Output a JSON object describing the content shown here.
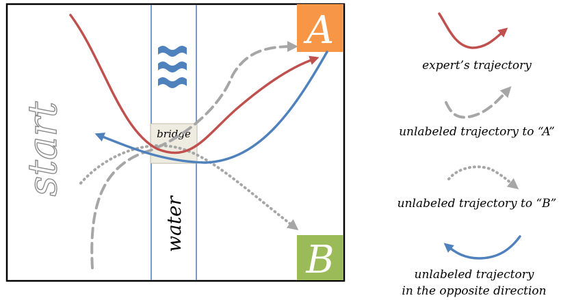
{
  "labels": {
    "start": "start",
    "water": "water",
    "bridge": "bridge",
    "goal_a": "A",
    "goal_b": "B"
  },
  "legend": {
    "expert": "expert’s trajectory",
    "unlabeled_a": "unlabeled trajectory to “A”",
    "unlabeled_b": "unlabeled trajectory to “B”",
    "opposite_line1": "unlabeled trajectory",
    "opposite_line2": "in the opposite direction"
  },
  "icons": {
    "water": "water-waves-icon"
  },
  "colors": {
    "expert": "#c0504d",
    "unlabeled_a": "#a6a6a6",
    "unlabeled_b": "#a6a6a6",
    "opposite": "#4f81bd",
    "goal_a_box": "#f79646",
    "goal_b_box": "#9bbb59",
    "river_line": "#4f81bd",
    "bridge_fill": "#eeece1"
  }
}
